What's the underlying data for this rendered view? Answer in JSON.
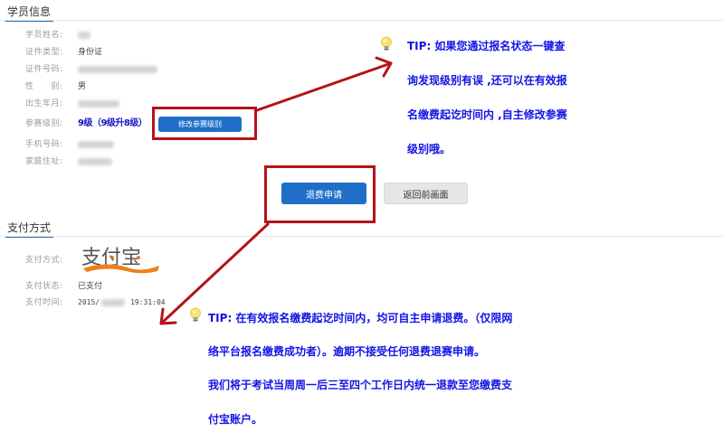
{
  "student_info": {
    "section_title": "学员信息",
    "fields": [
      {
        "label": "学员姓名:",
        "value": "",
        "blurred": true
      },
      {
        "label": "证件类型:",
        "value": "身份证",
        "blurred": false
      },
      {
        "label": "证件号码:",
        "value": "",
        "blurred": true
      },
      {
        "label": "性　　别:",
        "value": "男",
        "blurred": false
      },
      {
        "label": "出生年月:",
        "value": "",
        "blurred": true
      },
      {
        "label": "参赛级别:",
        "value": "9级（9级升8级）",
        "blurred": false
      },
      {
        "label": "手机号码:",
        "value": "",
        "blurred": true
      },
      {
        "label": "家庭住址:",
        "value": "",
        "blurred": true
      }
    ],
    "modify_level_button": "修改参赛级别"
  },
  "actions": {
    "refund_button": "退费申请",
    "back_button": "返回前画面"
  },
  "payment": {
    "section_title": "支付方式",
    "fields": [
      {
        "label": "支付方式:",
        "value": "支付宝",
        "logo": "alipay-logo"
      },
      {
        "label": "支付状态:",
        "value": "已支付"
      },
      {
        "label": "支付时间:",
        "value_prefix": "2015/",
        "value_suffix": "19:31:04"
      }
    ]
  },
  "tips": [
    {
      "icon": "lightbulb-icon",
      "lines": [
        "TIP:  如果您通过报名状态一键查",
        "询发现级别有误 ,还可以在有效报",
        "名缴费起讫时间内 ,自主修改参赛",
        "级别哦。"
      ]
    },
    {
      "icon": "lightbulb-icon",
      "lines": [
        "TIP:  在有效报名缴费起讫时间内，均可自主申请退费。（仅限网",
        "络平台报名缴费成功者）。逾期不接受任何退费退赛申请。",
        "我们将于考试当周周一后三至四个工作日内统一退款至您缴费支",
        "付宝账户。"
      ]
    }
  ],
  "colors": {
    "accent_blue": "#1f6fc8",
    "annotation_red": "#b5121b",
    "tip_text": "#1414e6",
    "level_text": "#1414c8"
  }
}
